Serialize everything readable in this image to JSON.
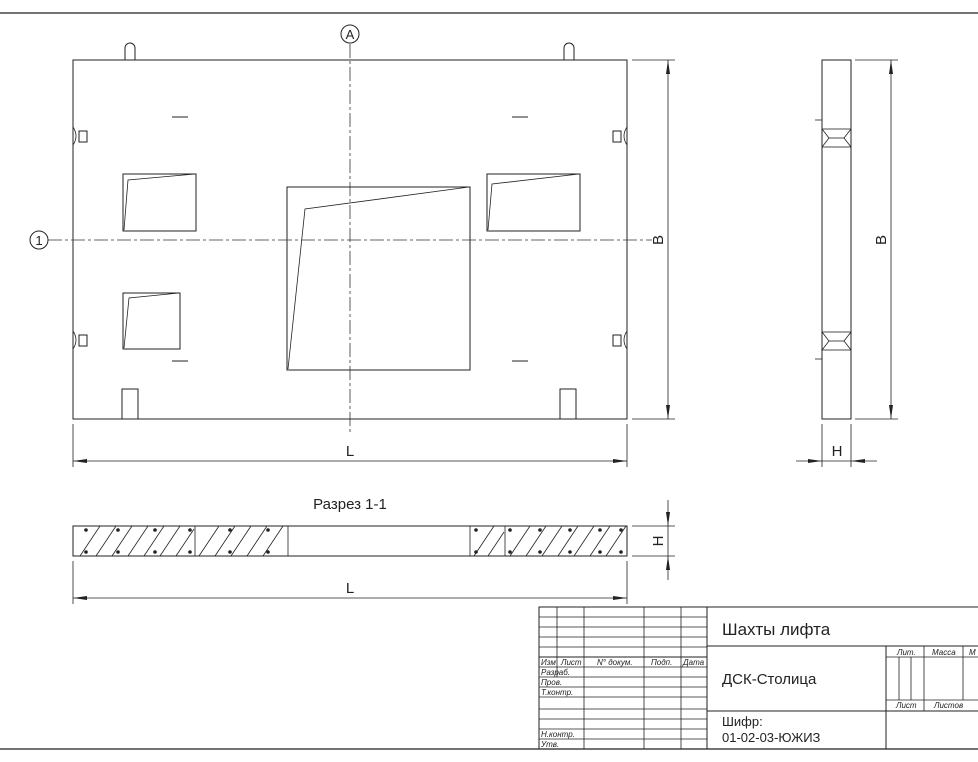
{
  "axes": {
    "vertical": "А",
    "horizontal": "1"
  },
  "dimensions": {
    "length": "L",
    "height": "B",
    "thickness": "H"
  },
  "section": {
    "title": "Разрез 1-1"
  },
  "title_block": {
    "title": "Шахты лифта",
    "organization": "ДСК-Столица",
    "code_label": "Шифр:",
    "code": "01-02-03-ЮЖИЗ",
    "columns": {
      "izm": "Изм",
      "list": "Лист",
      "doc": "N° докум.",
      "sign": "Подп.",
      "date": "Дата"
    },
    "rows": {
      "dev": "Разраб.",
      "check": "Пров.",
      "tcontrol": "Т.контр.",
      "ncontrol": "Н.контр.",
      "approve": "Утв."
    },
    "right": {
      "lit": "Лит.",
      "mass": "Масса",
      "scale": "М",
      "sheet": "Лист",
      "sheets": "Листов"
    }
  }
}
